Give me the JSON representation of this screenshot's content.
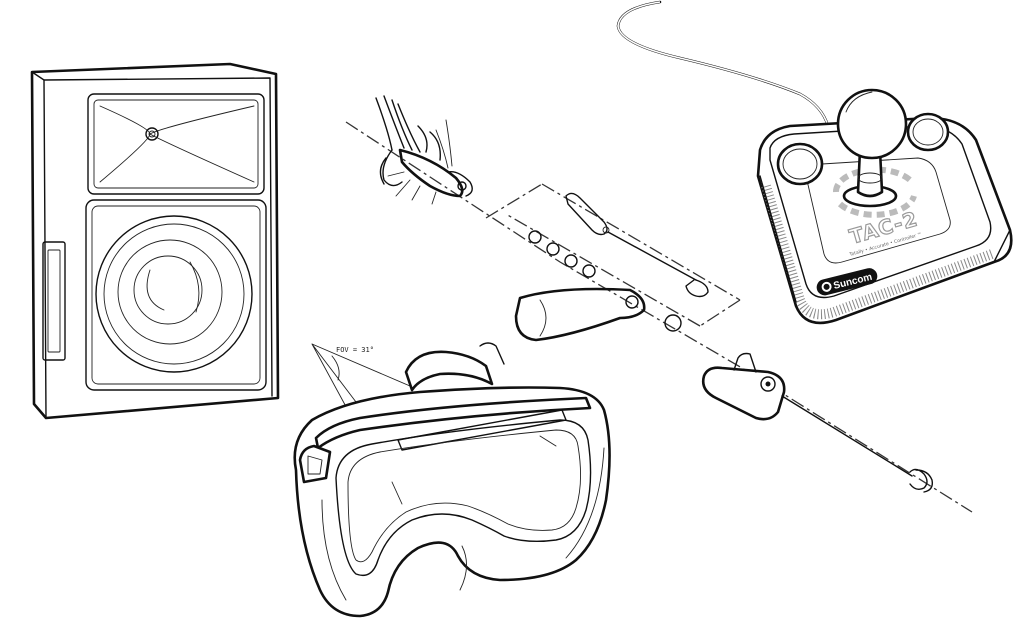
{
  "illustration": {
    "objects": [
      "speaker-cabinet",
      "fly-fishing-rig",
      "dive-mask",
      "arcade-joystick"
    ],
    "dive_mask": {
      "fov_label": "FOV = 31°"
    },
    "joystick": {
      "brand": "Suncom",
      "model": "TAC-2",
      "tagline": "Totally • Accurate • Controller ™"
    },
    "colors": {
      "ink": "#111111",
      "paper": "#ffffff",
      "stripe": "#888888"
    }
  }
}
